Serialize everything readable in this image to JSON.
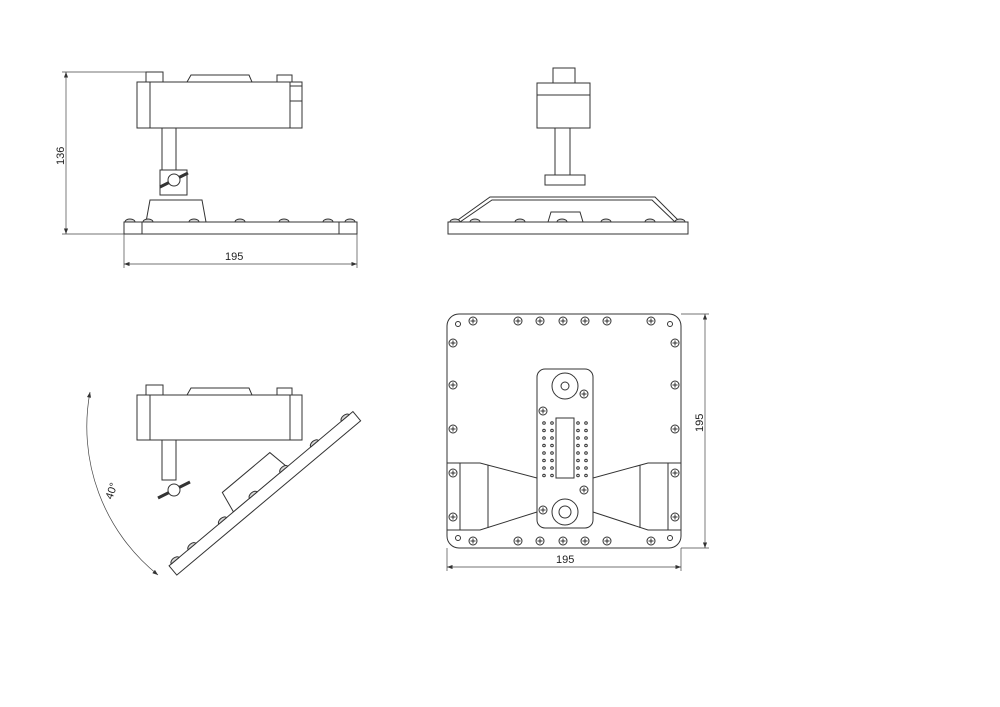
{
  "drawing": {
    "front_view": {
      "height_dimension": "136",
      "width_dimension": "195"
    },
    "side_view": {},
    "tilted_view": {
      "angle_dimension": "40°"
    },
    "bottom_view": {
      "height_dimension": "195",
      "width_dimension": "195"
    }
  },
  "colors": {
    "line": "#333333",
    "background": "#ffffff"
  }
}
